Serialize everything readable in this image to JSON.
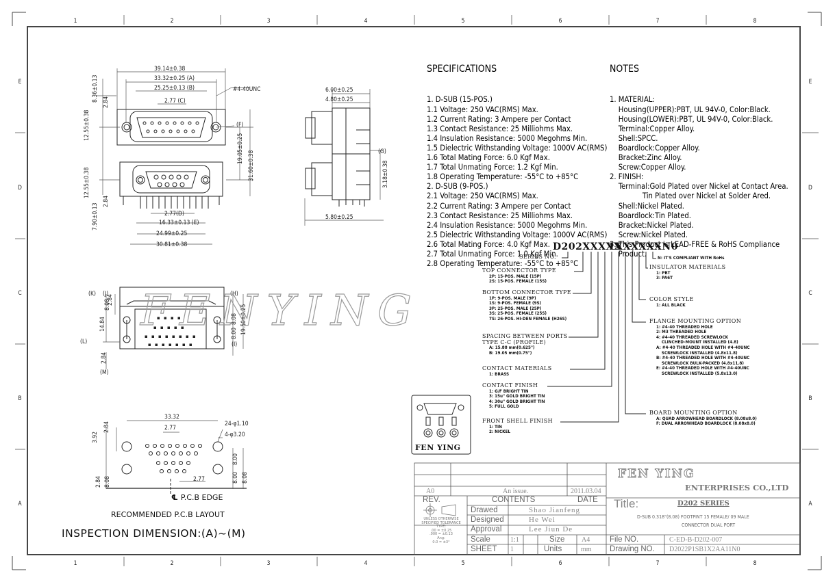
{
  "frame": {
    "col_labels": [
      "1",
      "2",
      "3",
      "4",
      "5",
      "6",
      "7",
      "8"
    ],
    "row_labels": [
      "E",
      "D",
      "C",
      "B",
      "A"
    ]
  },
  "top_view": {
    "dims": [
      "39.14±0.38",
      "33.32±0.25 (A)",
      "25.25±0.13 (B)",
      "2.77 (C)",
      "#4-40UNC",
      "8.36±0.13",
      "2.84",
      "12.55±0.38",
      "(F)",
      "19.05±0.25",
      "31.60±0.38",
      "12.55±0.38",
      "2.84",
      "7.90±0.13",
      "2.77(D)",
      "16.33±0.13 (E)",
      "24.99±0.25",
      "30.81±0.38"
    ]
  },
  "side_view": {
    "dims": [
      "6.00±0.25",
      "4.80±0.25",
      "(G)",
      "3.18±0.38",
      "5.80±0.25"
    ]
  },
  "front_view": {
    "dims": [
      "(K)",
      "(J)",
      "(H)",
      "2.84",
      "8.08",
      "14.84",
      "19.50±0.25",
      "8.00",
      "8.08",
      "(L)",
      "(I)",
      "2.84",
      "(M)"
    ]
  },
  "pcb_layout": {
    "dims": [
      "33.32",
      "2.84",
      "2.77",
      "3.92",
      "24-φ1.10",
      "4-φ3.20",
      "8.00",
      "8.00",
      "8.08",
      "2.84",
      "8.08",
      "2.77"
    ],
    "edge_label": "P.C.B EDGE",
    "center_mark": "℄",
    "title": "RECOMMENDED P.C.B LAYOUT"
  },
  "inspection": "INSPECTION DIMENSION:(A)~(M)",
  "watermark": "FENYING",
  "specifications": {
    "title": "SPECIFICATIONS",
    "lines": [
      "1. D-SUB (15-POS.)",
      "1.1 Voltage: 250 VAC(RMS) Max.",
      "1.2 Current Rating: 3 Ampere per Contact",
      "1.3 Contact Resistance: 25 Milliohms Max.",
      "1.4 Insulation Resistance: 5000 Megohms Min.",
      "1.5 Dielectric Withstanding Voltage: 1000V AC(RMS)",
      "1.6 Total Mating Force: 6.0 Kgf Max.",
      "1.7 Total Unmating Force: 1.2 Kgf Min.",
      "1.8 Operating Temperature: -55°C to +85°C",
      "2. D-SUB (9-POS.)",
      "2.1 Voltage: 250 VAC(RMS) Max.",
      "2.2 Current Rating: 3 Ampere per Contact",
      "2.3 Contact Resistance: 25 Milliohms Max.",
      "2.4 Insulation Resistance: 5000 Megohms Min.",
      "2.5 Dielectric Withstanding Voltage: 1000V AC(RMS)",
      "2.6 Total Mating Force: 4.0 Kgf Max.",
      "2.7 Total Unmating Force: 1.0 Kgf Min.",
      "2.8 Operating Temperature: -55°C to +85°C"
    ]
  },
  "notes": {
    "title": "NOTES",
    "lines": [
      "1. MATERIAL:",
      "    Housing(UPPER):PBT, UL 94V-0, Color:Black.",
      "    Housing(LOWER):PBT, UL 94V-0, Color:Black.",
      "    Terminal:Copper Alloy.",
      "    Shell:SPCC.",
      "    Boardlock:Copper Alloy.",
      "    Bracket:Zinc Alloy.",
      "    Screw:Copper Alloy.",
      "2. FINISH:",
      "    Terminal:Gold Plated over Nickel at Contact Area.",
      "               Tin Plated over Nickel at Solder Ared.",
      "    Shell:Nickel Plated.",
      "    Boardlock:Tin Plated.",
      "    Bracket:Nickel Plated.",
      "    Screw:Nickel Plated.",
      "3. This Product is LEAD-FREE & RoHS Compliance",
      "    Product."
    ]
  },
  "part_number": {
    "left": "D202XXXXX",
    "right": "1XXXXXXN0"
  },
  "options_left": [
    {
      "title": "SERIES NO.",
      "lines": []
    },
    {
      "title": "TOP CONNECTOR TYPE",
      "lines": [
        "2P: 15-POS. MALE (15P)",
        "2S: 15-POS. FEMALE (15S)"
      ]
    },
    {
      "title": "BOTTOM CONNECTOR TYPE",
      "lines": [
        "1P: 9-POS. MALE (9P)",
        "1S: 9-POS. FEMALE (9S)",
        "3P: 25-POS. MALE (25P)",
        "3S: 25-POS. FEMALE (25S)",
        "7S: 26-POS. HI-DEN FEMALE (H26S)"
      ]
    },
    {
      "title": "SPACING BETWEEN PORTS",
      "subtitle": "TYPE C-C (PROFILE)",
      "lines": [
        "A: 15.88 mm(0.625\")",
        "B: 19.05 mm(0.75\")"
      ]
    },
    {
      "title": "CONTACT MATERIALS",
      "lines": [
        "1: BRASS"
      ]
    },
    {
      "title": "CONTACT FINISH",
      "lines": [
        "1: G/F BRIGHT TIN",
        "3: 15u\" GOLD BRIGHT TIN",
        "4: 30u\" GOLD BRIGHT TIN",
        "5: FULL GOLD"
      ]
    },
    {
      "title": "FRONT SHELL FINISH",
      "lines": [
        "1: TIN",
        "2: NICKEL"
      ]
    }
  ],
  "options_right": [
    {
      "title": "N: IT'S COMPLIANT WITH RoHs",
      "lines": []
    },
    {
      "title": "INSULATOR MATERIALS",
      "lines": [
        "1: PBT",
        "3: PA6T"
      ]
    },
    {
      "title": "COLOR STYLE",
      "lines": [
        "1: ALL BLACK"
      ]
    },
    {
      "title": "FLANGE MOUNTING OPTION",
      "lines": [
        "1: #4-40 THREADED HOLE",
        "2: M3 THREADED HOLE",
        "4: #4-40 THREADED SCREWLOCK",
        "    CLINCHED-MOUNT INSTALLED (4.8)",
        "A: #4-40 THREADED HOLE WITH #4-40UNC",
        "    SCREWLOCK INSTALLED (4.8x11.8)",
        "B: #4-40 THREADED HOLE WITH #4-40UNC",
        "    SCREWLOCK BULK-PACKED (4.8x11.8)",
        "E: #4-40 THREADED HOLE WITH #4-40UNC",
        "    SCREWLOCK INSTALLED (5.8x13.0)"
      ]
    },
    {
      "title": "BOARD MOUNTING OPTION",
      "lines": [
        "A: QUAD ARROWHEAD BOARDLOCK (8.08x8.0)",
        "F: DUAL ARROWHEAD BOARDLOCK (8.08x8.0)"
      ]
    }
  ],
  "logo": {
    "text": "FEN YING"
  },
  "title_block": {
    "rev_row": {
      "rev": "A0",
      "content": "An issue.",
      "date": "2011.03.04"
    },
    "headers": {
      "rev": "REV.",
      "contents": "CONTENTS",
      "date": "DATE"
    },
    "drawed_label": "Drawed",
    "drawed": "Shao Jianfeng",
    "designed_label": "Designed",
    "designed": "He Wei",
    "approval_label": "Approval",
    "approval": "Lee Jiun De",
    "scale_label": "Scale",
    "scale": "1:1",
    "size_label": "Size",
    "size": "A4",
    "sheet_label": "SHEET",
    "sheet": "1",
    "units_label": "Units",
    "units": "mm",
    "tolerance": [
      "UNLESS OTHERWISE",
      "SPECIFIED TOLERANCE",
      "TYPE:",
      ".00  = ±0.25",
      ".000 = ±0.13",
      "Ang:",
      "0.0  = ±3°"
    ],
    "company": "FEN YING",
    "company_sub": "ENTERPRISES CO.,LTD",
    "title_label": "Title:",
    "title_value": "D202 SERIES",
    "desc1": "D-SUB 0.318\"(8.08) FOOTPINT 15 FEMALE/ 09 MALE",
    "desc2": "CONNECTOR DUAL PORT",
    "file_label": "File NO.",
    "file_value": "C-ED-B-D202-007",
    "drawing_label": "Drawing NO.",
    "drawing_value": "D2022P1SB1X2AA11N0"
  }
}
